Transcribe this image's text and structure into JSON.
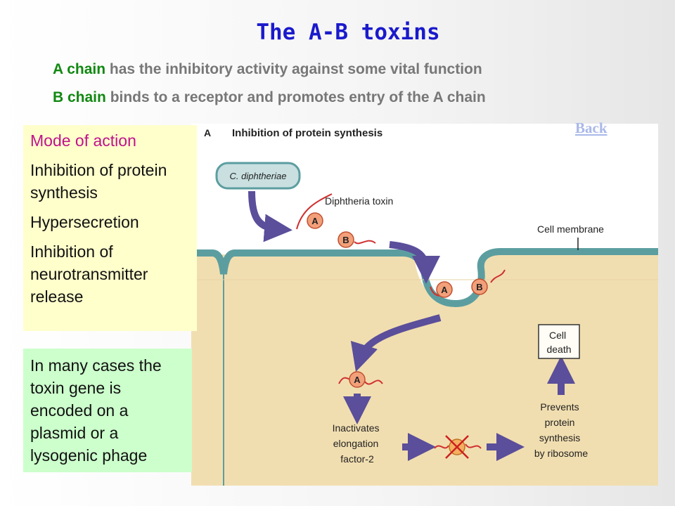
{
  "slide": {
    "title": "The A-B toxins",
    "line1_highlight": "A chain",
    "line1_rest": " has the inhibitory activity against some vital function",
    "line2_highlight": "B chain",
    "line2_rest": " binds to a receptor and promotes entry of the A chain",
    "back_link": "Back"
  },
  "mode_box": {
    "heading": "Mode of action",
    "items": [
      "Inhibition of protein synthesis",
      "Hypersecretion",
      "Inhibition of neurotransmitter release"
    ]
  },
  "plasmid_box": {
    "text": "In many cases the toxin gene is encoded on a plasmid or a lysogenic phage"
  },
  "figure": {
    "panel_letter": "A",
    "panel_title": "Inhibition of protein synthesis",
    "organism": "C. diphtheriae",
    "toxin_label": "Diphtheria toxin",
    "membrane_label": "Cell membrane",
    "chain_a": "A",
    "chain_b": "B",
    "inactivates": [
      "Inactivates",
      "elongation",
      "factor-2"
    ],
    "prevents": [
      "Prevents",
      "protein",
      "synthesis",
      "by ribosome"
    ],
    "cell_death": [
      "Cell",
      "death"
    ],
    "colors": {
      "membrane": "#5c9ea0",
      "cytoplasm": "#f1deb0",
      "arrow": "#5b4e9a",
      "chain_fill": "#f2a07a",
      "tail": "#d03030"
    }
  }
}
